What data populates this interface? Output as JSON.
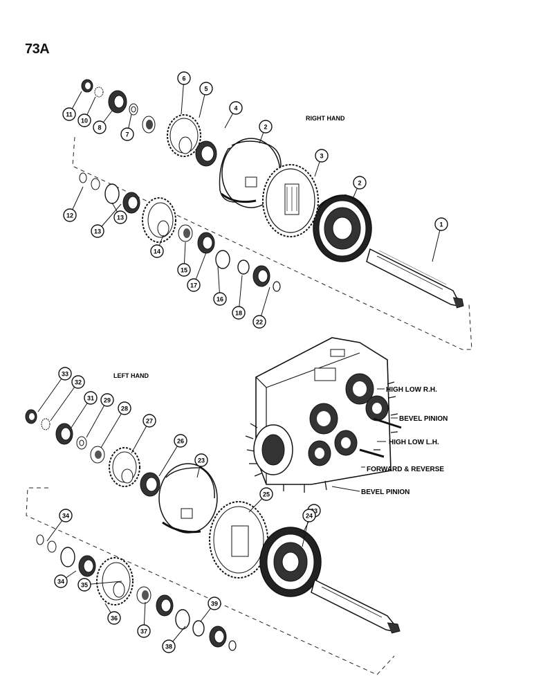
{
  "page_number": "73A",
  "sections": {
    "right_hand": "RIGHT HAND",
    "left_hand": "LEFT HAND"
  },
  "housing_callouts": [
    "HIGH  LOW R.H.",
    "BEVEL PINION",
    "HIGH  LOW L.H.",
    "FORWARD & REVERSE",
    "BEVEL PINION"
  ],
  "parts": [
    "1",
    "2",
    "2",
    "3",
    "4",
    "5",
    "6",
    "7",
    "8",
    "10",
    "11",
    "12",
    "13",
    "13",
    "14",
    "15",
    "16",
    "17",
    "18",
    "22",
    "23",
    "23",
    "24",
    "25",
    "26",
    "27",
    "28",
    "29",
    "31",
    "32",
    "33",
    "34",
    "34",
    "35",
    "36",
    "37",
    "38",
    "39"
  ]
}
